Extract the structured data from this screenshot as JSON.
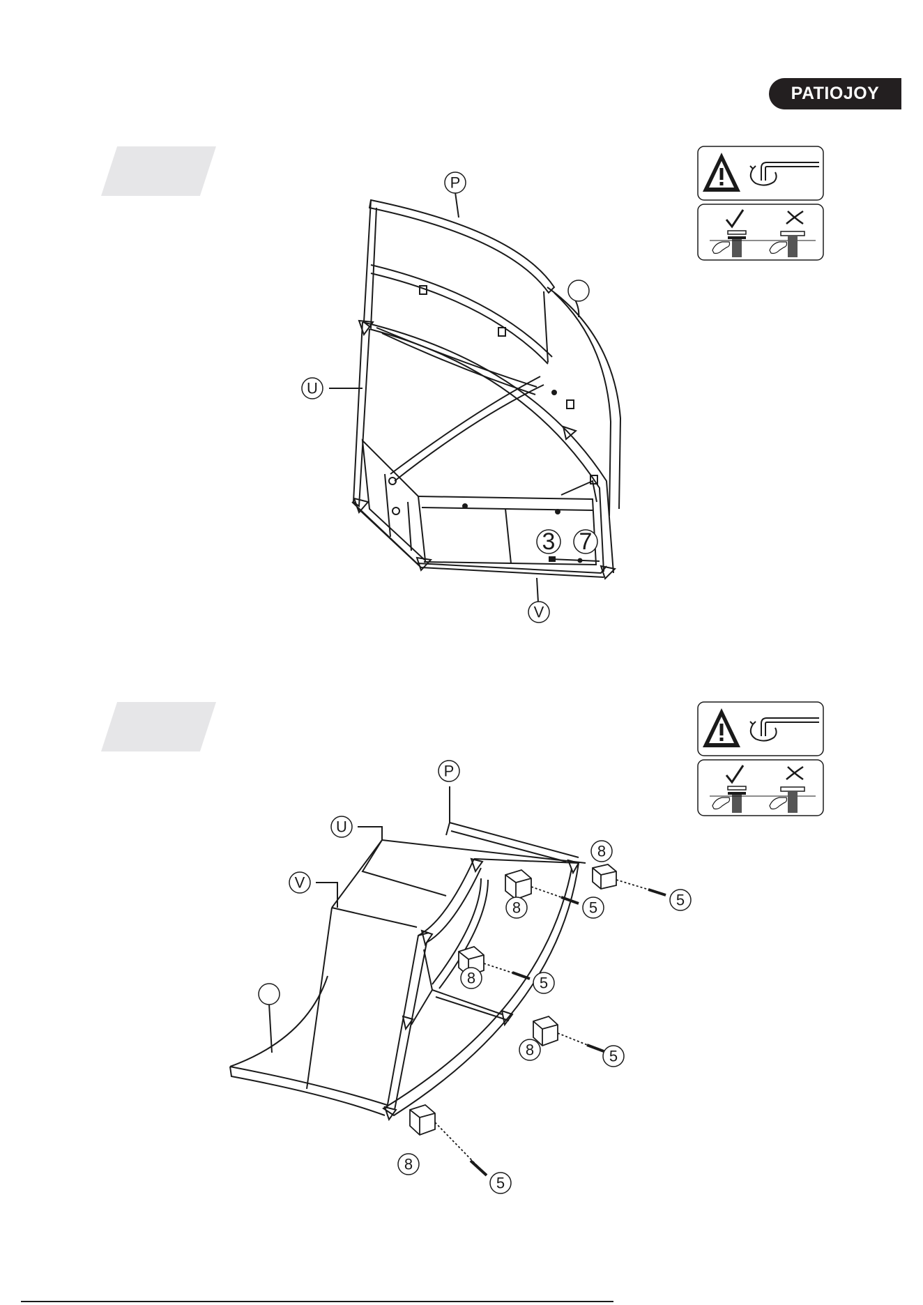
{
  "brand": {
    "name": "PATIOJOY"
  },
  "colors": {
    "ink": "#1a1a1a",
    "badge": "#231f20",
    "tab": "#e6e6e8",
    "white": "#ffffff"
  },
  "icons": {
    "warning": "warning-triangle-icon",
    "tool": "allen-key-icon",
    "correct": "checkmark-icon",
    "wrong": "cross-icon"
  },
  "step1": {
    "labels": {
      "p": "P",
      "u": "U",
      "v": "V",
      "blank": ""
    },
    "parts": {
      "bolt": "3",
      "washer": "7"
    }
  },
  "step2": {
    "labels": {
      "p": "P",
      "u": "U",
      "v": "V",
      "blank": ""
    },
    "hardware": [
      {
        "foot": "8",
        "screw": "5"
      },
      {
        "foot": "8",
        "screw": "5"
      },
      {
        "foot": "8",
        "screw": "5"
      },
      {
        "foot": "8",
        "screw": "5"
      },
      {
        "foot": "8",
        "screw": "5"
      }
    ]
  }
}
